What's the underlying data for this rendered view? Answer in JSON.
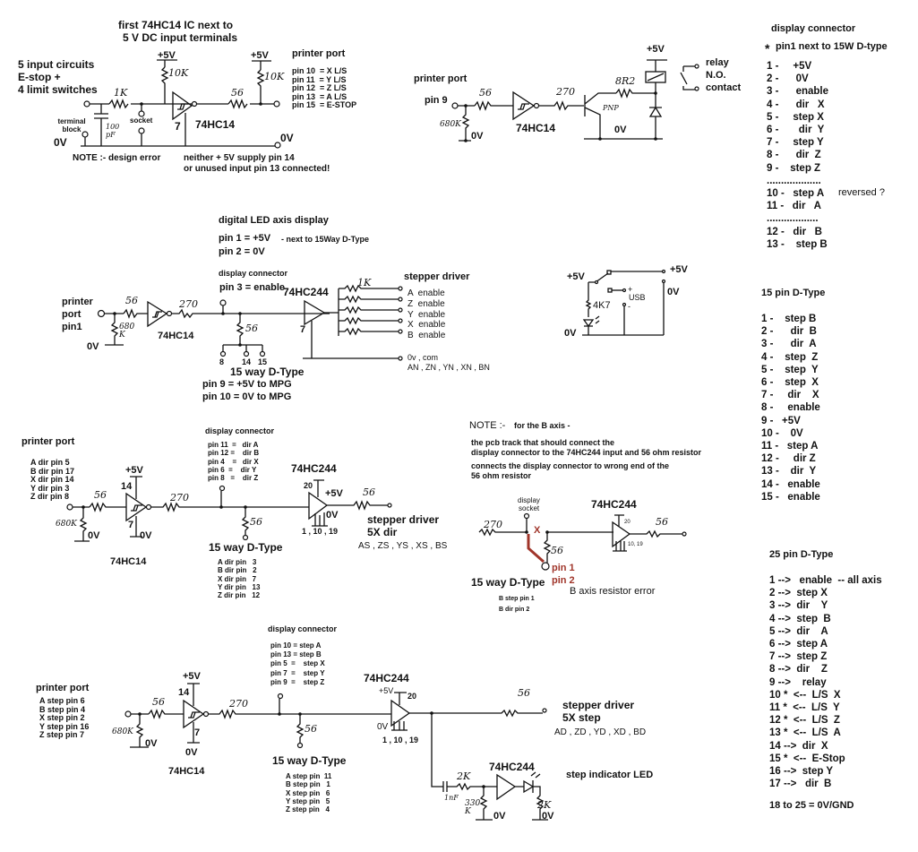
{
  "section1": {
    "title_line1": "first 74HC14 IC next to",
    "title_line2": "5 V DC input terminals",
    "desc_line1": "5 input circuits",
    "desc_line2": "E-stop   +",
    "desc_line3": "4 limit switches",
    "supply_left": "+5V",
    "supply_right": "+5V",
    "r_pullup_left": "10K",
    "r_pullup_right": "10K",
    "r_input": "1K",
    "r_output": "56",
    "cap": "100 pF",
    "terminal_block": "terminal block",
    "socket": "socket",
    "gnd_left": "0V",
    "gnd_right": "0V",
    "pin7": "7",
    "ic": "74HC14",
    "printer_port": "printer port",
    "pins": [
      "pin 10  = X L/S",
      "pin 11  = Y L/S",
      "pin 12  = Z L/S",
      "pin 13  = A L/S",
      "pin 15  = E-STOP"
    ],
    "note_label": "NOTE :-   design error",
    "note_line1": "neither  + 5V supply pin 14",
    "note_line2": "or unused input  pin 13 connected!"
  },
  "relay": {
    "printer_port": "printer port",
    "pin": "pin 9",
    "r_in": "56",
    "r_pulldown": "680K",
    "gnd_in": "0V",
    "ic": "74HC14",
    "r_base": "270",
    "transistor": "PNP",
    "r_emitter": "8R2",
    "supply": "+5V",
    "gnd": "0V",
    "relay_l1": "relay",
    "relay_l2": "N.O.",
    "relay_l3": "contact"
  },
  "display_connector": {
    "title": "display connector",
    "note": "pin1 next to 15W D-type",
    "star": "*",
    "pins_a": [
      "1 -     +5V",
      "2 -      0V",
      "3 -      enable",
      "4 -      dir   X",
      "5 -     step X",
      "6 -       dir  Y",
      "7 -     step Y",
      "8 -      dir  Z",
      "9 -    step Z"
    ],
    "sep1": "...................",
    "pins_b": [
      "10 -   step A",
      "11 -   dir   A"
    ],
    "reversed": "reversed ?",
    "sep2": "..................",
    "pins_c": [
      "12 -   dir   B",
      "13 -    step B"
    ]
  },
  "enable": {
    "title": "digital LED axis display",
    "pin1": "pin 1 = +5V",
    "pin1_note": "- next to 15Way D-Type",
    "pin2": "pin 2 = 0V",
    "display_connector": "display connector",
    "pin3": "pin 3 = enable",
    "port_l1": "printer",
    "port_l2": "port",
    "port_l3": "pin1",
    "r_in": "56",
    "r_pulldown": "680 K",
    "gnd": "0V",
    "ic1": "74HC14",
    "r_270": "270",
    "r_56": "56",
    "dtype_pins": [
      "8",
      "14",
      "15"
    ],
    "dtype_title": "15 way D-Type",
    "dtype_l1": "pin 9 = +5V to MPG",
    "dtype_l2": "pin 10 = 0V to MPG",
    "ic2": "74HC244",
    "pin7": "7",
    "r_1k": "1K",
    "driver_title": "stepper driver",
    "outputs": [
      "A  enable",
      "Z  enable",
      "Y  enable",
      "X  enable",
      "B  enable"
    ],
    "com_l1": "0v , com",
    "com_l2": "AN , ZN , YN , XN , BN"
  },
  "usb": {
    "supply_left": "+5V",
    "supply_right": "+5V",
    "r": "4K7",
    "usb": "USB",
    "plus": "+",
    "minus": "-",
    "gnd_left": "0V",
    "gnd_right": "0V"
  },
  "dtype15": {
    "title": "15 pin D-Type",
    "pins": [
      "1 -    step B",
      "2 -      dir  B",
      "3 -      dir  A",
      "4 -    step  Z",
      "5 -    step  Y",
      "6 -    step  X",
      "7 -     dir    X",
      "8 -     enable",
      "9 -   +5V",
      "10 -    0V",
      "11 -   step A",
      "12 -     dir Z",
      "13 -    dir  Y",
      "14 -   enable",
      "15 -   enable"
    ]
  },
  "dir": {
    "printer_port": "printer port",
    "port_pins": [
      "A dir pin 5",
      "B dir pin 17",
      "X dir pin 14",
      "Y dir pin 3",
      "Z dir pin 8"
    ],
    "supply": "+5V",
    "pin14": "14",
    "pin7": "7",
    "gnd1": "0V",
    "gnd2": "0V",
    "r_in": "56",
    "r_pulldown": "680K",
    "r_270": "270",
    "ic1": "74HC14",
    "display_connector": "display connector",
    "disp_pins": [
      "pin 11  =   dir A",
      "pin 12 =    dir B",
      "pin 4    =   dir X",
      "pin 6  =    dir Y",
      "pin 8   =    dir Z"
    ],
    "r_56": "56",
    "dtype_title": "15 way D-Type",
    "dtype_pins": [
      "A dir pin   3",
      "B dir pin   2",
      "X dir pin   7",
      "Y dir pin   13",
      "Z dir pin   12"
    ],
    "ic2": "74HC244",
    "pin20": "20",
    "supply2": "+5V",
    "gnd3": "0V",
    "pins_gnd": "1 , 10 , 19",
    "r_out": "56",
    "driver_l1": "stepper driver",
    "driver_l2": "5X dir",
    "driver_l3": "AS , ZS , YS , XS , BS"
  },
  "b_note": {
    "note_head": "NOTE :-",
    "note_head2": "for the B axis -",
    "line1": "the pcb track that should connect the",
    "line2": "display connector to the 74HC244 input and 56 ohm resistor",
    "line3": "connects the display connector to  wrong end of the",
    "line4": "56 ohm resistor",
    "display_socket_l1": "display",
    "display_socket_l2": "socket",
    "r_270": "270",
    "x_mark": "X",
    "r_56": "56",
    "ic": "74HC244",
    "pin20": "20",
    "pins_gnd": "10, 19",
    "r_out": "56",
    "pin1": "pin 1",
    "pin2": "pin 2",
    "dtype_title": "15 way D-Type",
    "dtype_l1": "B step pin  1",
    "dtype_l2": "B dir    pin  2",
    "caption": "B  axis resistor error"
  },
  "dtype25": {
    "title": "25 pin D-Type",
    "pins": [
      "1 -->   enable  -- all axis",
      "2 -->  step X",
      "3 -->  dir    Y",
      "4 -->  step  B",
      "5 -->  dir    A",
      "6 -->  step A",
      "7 -->  step Z",
      "8 -->  dir    Z",
      "9 -->    relay",
      "10 *  <--  L/S  X",
      "11 *  <--  L/S  Y",
      "12 *  <--  L/S  Z",
      "13 *  <--  L/S  A",
      "14 -->  dir  X",
      "15 *  <--  E-Stop",
      "16 -->  step Y",
      "17 -->   dir  B"
    ],
    "gnd": "18 to 25 = 0V/GND"
  },
  "step": {
    "printer_port": "printer port",
    "port_pins": [
      "A step pin 6",
      "B step pin 4",
      "X step pin 2",
      "Y step pin 16",
      "Z step pin 7"
    ],
    "supply": "+5V",
    "pin14": "14",
    "pin7": "7",
    "gnd1": "0V",
    "gnd2": "0V",
    "r_in": "56",
    "r_pulldown": "680K",
    "r_270": "270",
    "ic1": "74HC14",
    "display_connector": "display connector",
    "disp_pins": [
      "pin 10 = step A",
      "pin 13 = step B",
      "pin 5  =    step X",
      "pin 7  =    step Y",
      "pin 9  =    step Z"
    ],
    "r_56": "56",
    "dtype_title": "15 way D-Type",
    "dtype_pins": [
      "A step pin  11",
      "B step pin   1",
      "X step pin   6",
      "Y step pin   5",
      "Z step pin   4"
    ],
    "ic2": "74HC244",
    "supply2": "+5V",
    "pin20": "20",
    "gnd3": "0V",
    "pins_gnd": "1 , 10 , 19",
    "r_out": "56",
    "driver_l1": "stepper driver",
    "driver_l2": "5X step",
    "driver_l3": "AD , ZD , YD , XD , BD",
    "ic3": "74HC244",
    "cap": "1nF",
    "r_2k": "2K",
    "r_330k": "330 K",
    "gnd4": "0V",
    "r_led": "2K",
    "gnd5": "0V",
    "led_label": "step indicator LED"
  },
  "colors": {
    "ink": "#111111",
    "error_track": "#a0352a",
    "background": "#ffffff"
  }
}
